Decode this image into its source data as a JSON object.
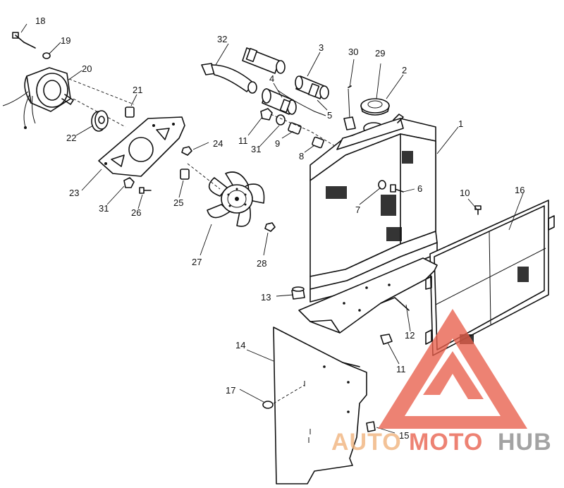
{
  "callouts": {
    "c1": "1",
    "c2": "2",
    "c3": "3",
    "c4": "4",
    "c5": "5",
    "c6": "6",
    "c7": "7",
    "c8": "8",
    "c9": "9",
    "c10": "10",
    "c11a": "11",
    "c11b": "11",
    "c12": "12",
    "c13": "13",
    "c14": "14",
    "c15": "15",
    "c16": "16",
    "c17": "17",
    "c18": "18",
    "c19": "19",
    "c20": "20",
    "c21": "21",
    "c22": "22",
    "c23": "23",
    "c24": "24",
    "c25": "25",
    "c26": "26",
    "c27": "27",
    "c28": "28",
    "c29": "29",
    "c30": "30",
    "c31a": "31",
    "c31b": "31",
    "c32": "32"
  },
  "watermark": {
    "part1": "AUTO",
    "part2": "MOTO",
    "part3": "HUB",
    "color_orange": "#f0b27a",
    "color_red": "#e8604c",
    "color_gray": "#8a8a8a"
  }
}
